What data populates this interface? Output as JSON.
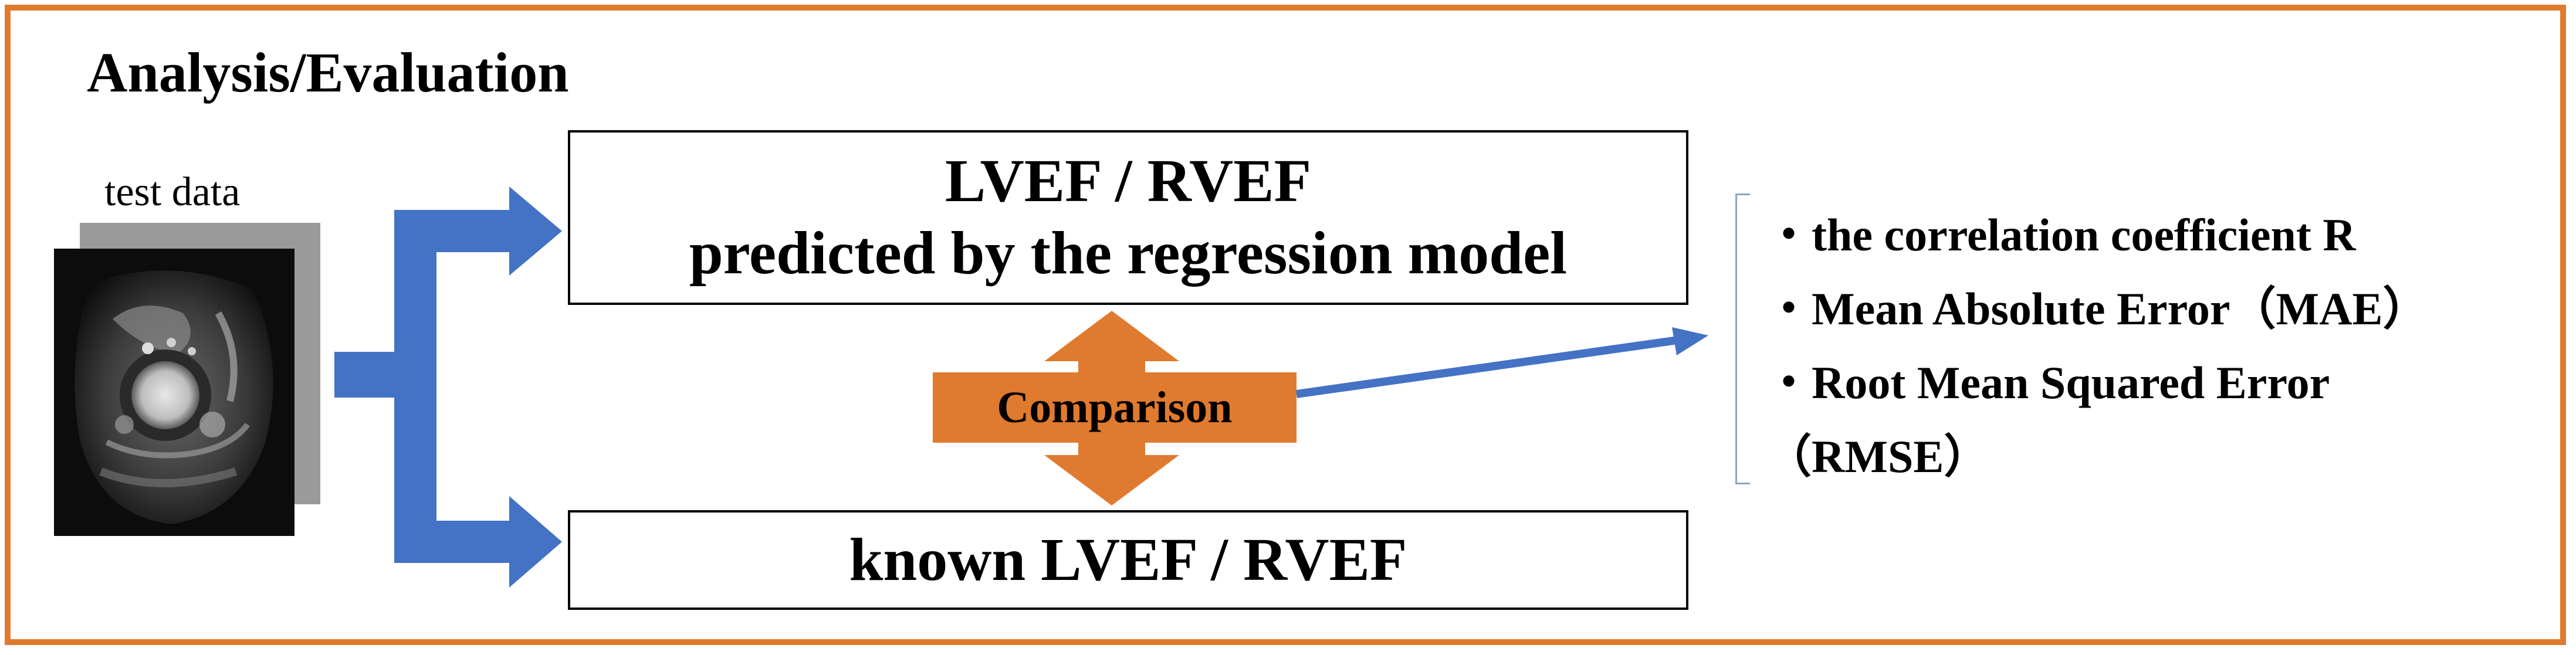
{
  "section_title": "Analysis/Evaluation",
  "input": {
    "label": "test data",
    "image_description_icon": "cardiac-mri-image"
  },
  "predicted_box": {
    "line1": "LVEF / RVEF",
    "line2": "predicted by the regression model"
  },
  "known_box": {
    "label": "known LVEF / RVEF"
  },
  "comparison": {
    "label": "Comparison"
  },
  "metrics": {
    "items": [
      "・the correlation coefficient R",
      "・Mean Absolute Error（MAE）",
      "・Root Mean Squared Error",
      "（RMSE）"
    ]
  },
  "colors": {
    "frame": "#e07a2e",
    "comparison": "#e07a2e",
    "flow_arrow": "#4472c4",
    "bracket": "#8aa6c8"
  }
}
